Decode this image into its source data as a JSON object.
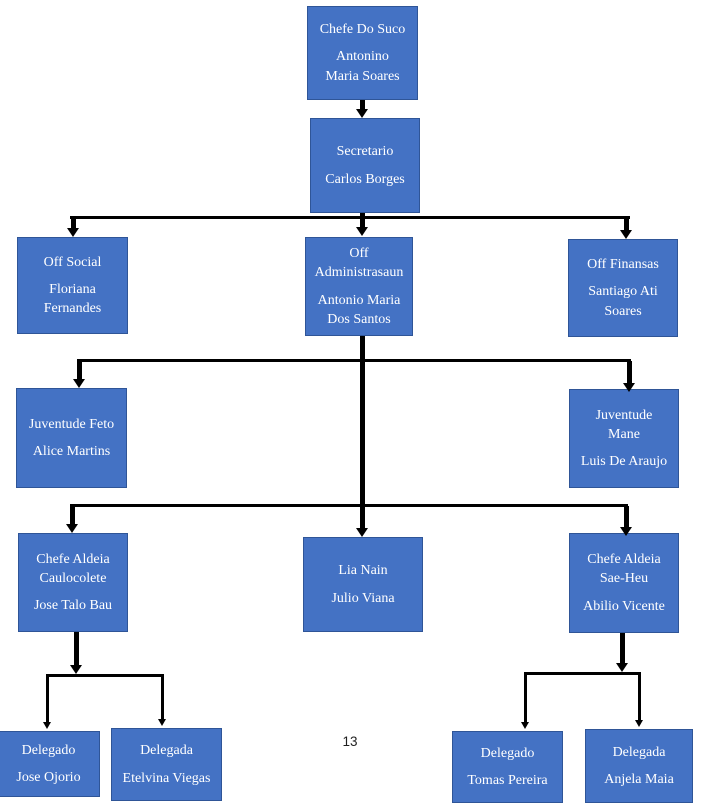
{
  "page": {
    "number": "13"
  },
  "colors": {
    "box_fill": "#4472C4",
    "box_border": "#2F5597",
    "box_text": "#FFFFFF",
    "connector": "#000000"
  },
  "nodes": [
    {
      "id": "chefe_do_suco",
      "title": "Chefe Do Suco",
      "name": "Antonino\nMaria Soares"
    },
    {
      "id": "secretario",
      "title": "Secretario",
      "name": "Carlos Borges"
    },
    {
      "id": "off_social",
      "title": "Off Social",
      "name": "Floriana\nFernandes"
    },
    {
      "id": "off_administrasaun",
      "title": "Off\nAdministrasaun",
      "name": "Antonio Maria\nDos Santos"
    },
    {
      "id": "off_finansas",
      "title": "Off Finansas",
      "name": "Santiago Ati\nSoares"
    },
    {
      "id": "juventude_feto",
      "title": "Juventude Feto",
      "name": "Alice Martins"
    },
    {
      "id": "juventude_mane",
      "title": "Juventude\nMane",
      "name": "Luis De Araujo"
    },
    {
      "id": "chefe_aldeia_caulocolete",
      "title": "Chefe Aldeia\nCaulocolete",
      "name": "Jose Talo Bau"
    },
    {
      "id": "lia_nain",
      "title": "Lia Nain",
      "name": "Julio Viana"
    },
    {
      "id": "chefe_aldeia_sae_heu",
      "title": "Chefe Aldeia\nSae-Heu",
      "name": "Abilio Vicente"
    },
    {
      "id": "delegado_jose_ojorio",
      "title": "Delegado",
      "name": "Jose Ojorio"
    },
    {
      "id": "delegada_etelvina_viegas",
      "title": "Delegada",
      "name": "Etelvina Viegas"
    },
    {
      "id": "delegado_tomas_pereira",
      "title": "Delegado",
      "name": "Tomas Pereira"
    },
    {
      "id": "delegada_anjela_maia",
      "title": "Delegada",
      "name": "Anjela Maia"
    }
  ],
  "edges": [
    {
      "from": "chefe_do_suco",
      "to": "secretario"
    },
    {
      "from": "secretario",
      "to": "off_social"
    },
    {
      "from": "secretario",
      "to": "off_administrasaun"
    },
    {
      "from": "secretario",
      "to": "off_finansas"
    },
    {
      "from": "off_administrasaun",
      "to": "juventude_feto"
    },
    {
      "from": "off_administrasaun",
      "to": "juventude_mane"
    },
    {
      "from": "off_administrasaun",
      "to": "chefe_aldeia_caulocolete"
    },
    {
      "from": "off_administrasaun",
      "to": "lia_nain"
    },
    {
      "from": "off_administrasaun",
      "to": "chefe_aldeia_sae_heu"
    },
    {
      "from": "chefe_aldeia_caulocolete",
      "to": "delegado_jose_ojorio"
    },
    {
      "from": "chefe_aldeia_caulocolete",
      "to": "delegada_etelvina_viegas"
    },
    {
      "from": "chefe_aldeia_sae_heu",
      "to": "delegado_tomas_pereira"
    },
    {
      "from": "chefe_aldeia_sae_heu",
      "to": "delegada_anjela_maia"
    }
  ]
}
